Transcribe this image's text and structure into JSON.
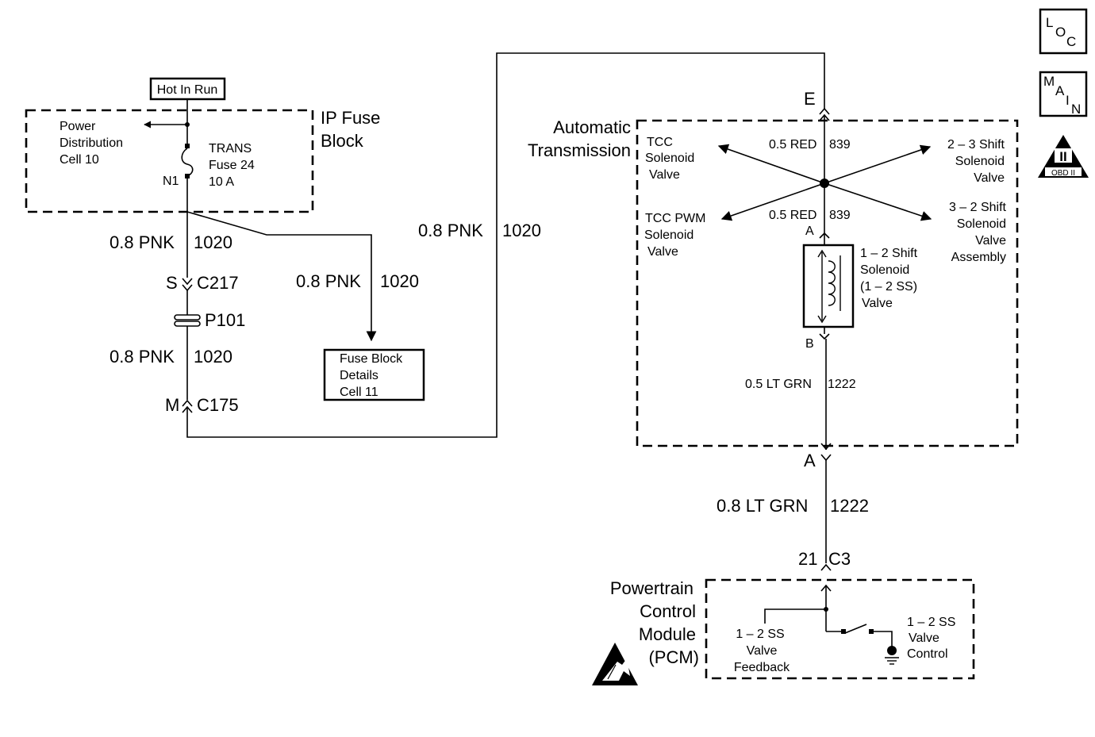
{
  "side_icons": {
    "loc": {
      "l1": "L",
      "l2": "O",
      "l3": "C"
    },
    "main": {
      "l1": "M",
      "l2": "A",
      "l3": "I",
      "l4": "N"
    },
    "obd": {
      "roman": "II",
      "label": "OBD II"
    }
  },
  "hot_in_run": "Hot In Run",
  "ip_fuse_block": {
    "line1": "IP Fuse",
    "line2": "Block"
  },
  "power_distribution": {
    "line1": "Power",
    "line2": "Distribution",
    "line3": "Cell 10"
  },
  "fuse": {
    "line1": "TRANS",
    "line2": "Fuse 24",
    "line3": "10 A",
    "node": "N1"
  },
  "left_wires": {
    "w1": {
      "size": "0.8 PNK",
      "circuit": "1020"
    },
    "w2": {
      "size": "0.8 PNK",
      "circuit": "1020"
    },
    "w3": {
      "size": "0.8 PNK",
      "circuit": "1020"
    },
    "w4": {
      "size": "0.8 PNK",
      "circuit": "1020"
    }
  },
  "connectors": {
    "c217": {
      "pin": "S",
      "name": "C217"
    },
    "p101": {
      "name": "P101"
    },
    "c175": {
      "pin": "M",
      "name": "C175"
    },
    "trans_e": {
      "pin": "E"
    },
    "trans_a": {
      "pin": "A"
    },
    "c3": {
      "pin": "21",
      "name": "C3"
    }
  },
  "fuse_block_details": {
    "line1": "Fuse Block",
    "line2": "Details",
    "line3": "Cell 11"
  },
  "automatic_transmission": {
    "line1": "Automatic",
    "line2": "Transmission"
  },
  "tcc_solenoid": {
    "line1": "TCC",
    "line2": "Solenoid",
    "line3": "Valve"
  },
  "tcc_pwm_solenoid": {
    "line1": "TCC PWM",
    "line2": "Solenoid",
    "line3": "Valve"
  },
  "shift_23": {
    "line1": "2 – 3 Shift",
    "line2": "Solenoid",
    "line3": "Valve"
  },
  "shift_32": {
    "line1": "3 – 2 Shift",
    "line2": "Solenoid",
    "line3": "Valve",
    "line4": "Assembly"
  },
  "red_top": {
    "size": "0.5 RED",
    "circuit": "839"
  },
  "red_bottom": {
    "size": "0.5 RED",
    "circuit": "839"
  },
  "solenoid_12": {
    "line1": "1 – 2 Shift",
    "line2": "Solenoid",
    "line3": "(1 – 2 SS)",
    "line4": "Valve",
    "pin_a": "A",
    "pin_b": "B"
  },
  "lt_grn_inner": {
    "size": "0.5 LT GRN",
    "circuit": "1222"
  },
  "lt_grn_outer": {
    "size": "0.8 LT GRN",
    "circuit": "1222"
  },
  "pcm": {
    "line1": "Powertrain",
    "line2": "Control",
    "line3": "Module",
    "line4": "(PCM)"
  },
  "feedback": {
    "line1": "1 – 2 SS",
    "line2": "Valve",
    "line3": "Feedback"
  },
  "control": {
    "line1": "1 – 2 SS",
    "line2": "Valve",
    "line3": "Control"
  }
}
